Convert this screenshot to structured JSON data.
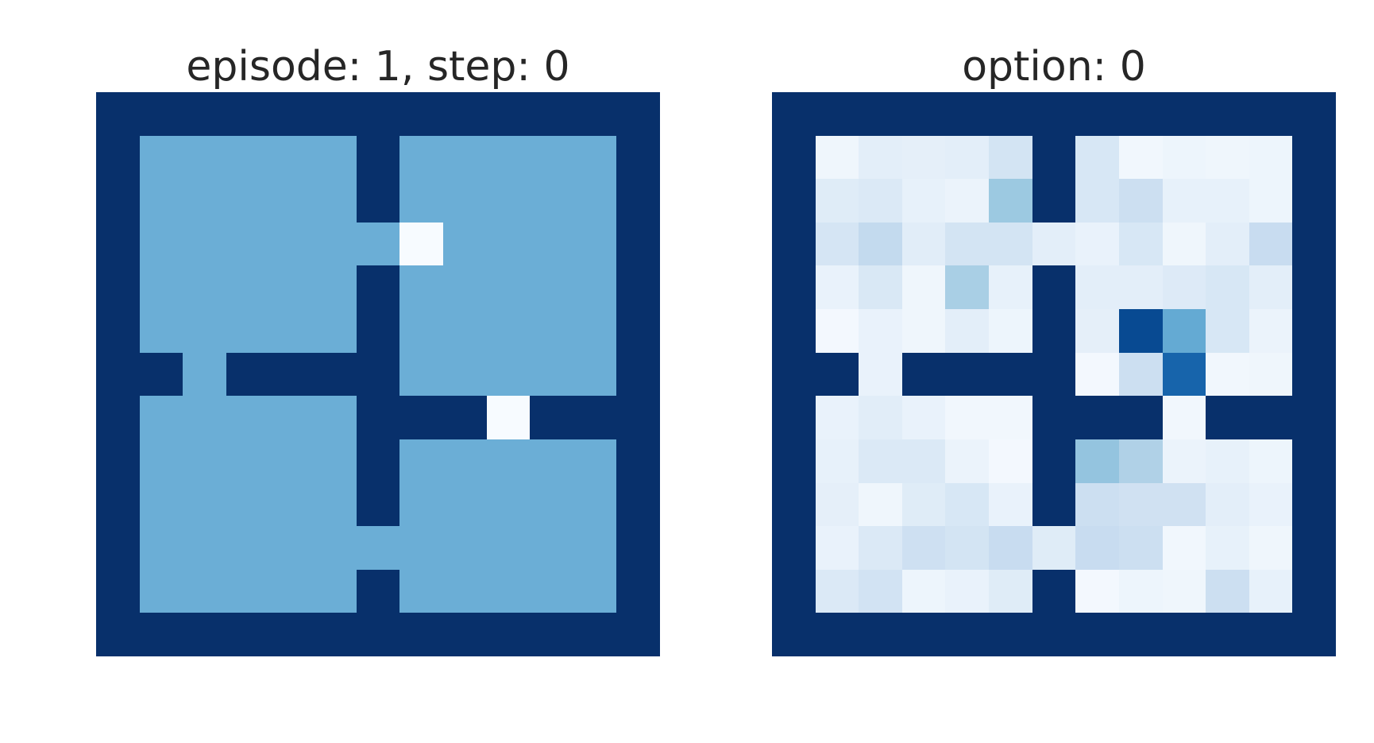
{
  "left_panel": {
    "title": "episode: 1, step: 0"
  },
  "right_panel": {
    "title": "option: 0"
  },
  "colors": {
    "wall": "#08306b",
    "floor": "#6baed6",
    "marker": "#f7fbff",
    "background": "#ffffff",
    "text": "#262626"
  },
  "layout_map": [
    "WWWWWWWWWWWWW",
    "W.....W.....W",
    "W.....W.....W",
    "W...........W",
    "W.....W.....W",
    "W.....W.....W",
    "WW.WWWW.....W",
    "W.....WWW.WWW",
    "W.....W.....W",
    "W.....W.....W",
    "W...........W",
    "W.....W.....W",
    "WWWWWWWWWWWWW"
  ],
  "left_markers": [
    {
      "row": 3,
      "col": 7
    },
    {
      "row": 7,
      "col": 9
    }
  ],
  "right_heatmap": [
    [
      null,
      null,
      null,
      null,
      null,
      null,
      null,
      null,
      null,
      null,
      null,
      null,
      null
    ],
    [
      null,
      0.04,
      0.1,
      0.09,
      0.1,
      0.18,
      null,
      0.16,
      0.03,
      0.05,
      0.04,
      0.05,
      null
    ],
    [
      null,
      0.12,
      0.14,
      0.08,
      0.06,
      0.38,
      null,
      0.16,
      0.22,
      0.08,
      0.08,
      0.05,
      null
    ],
    [
      null,
      0.17,
      0.26,
      0.11,
      0.18,
      0.18,
      0.1,
      0.07,
      0.16,
      0.04,
      0.1,
      0.24,
      null
    ],
    [
      null,
      0.07,
      0.15,
      0.04,
      0.34,
      0.08,
      null,
      0.1,
      0.1,
      0.13,
      0.16,
      0.1,
      null
    ],
    [
      null,
      0.02,
      0.07,
      0.04,
      0.1,
      0.05,
      null,
      0.09,
      0.9,
      0.52,
      0.16,
      0.06,
      null
    ],
    [
      null,
      null,
      0.07,
      null,
      null,
      null,
      null,
      0.02,
      0.22,
      0.8,
      0.03,
      0.04,
      null
    ],
    [
      null,
      0.07,
      0.11,
      0.07,
      0.03,
      0.03,
      null,
      null,
      null,
      0.03,
      null,
      null,
      null
    ],
    [
      null,
      0.08,
      0.14,
      0.14,
      0.06,
      0.02,
      null,
      0.4,
      0.32,
      0.06,
      0.08,
      0.05,
      null
    ],
    [
      null,
      0.09,
      0.04,
      0.12,
      0.16,
      0.07,
      null,
      0.22,
      0.2,
      0.2,
      0.1,
      0.07,
      null
    ],
    [
      null,
      0.07,
      0.14,
      0.21,
      0.18,
      0.24,
      0.12,
      0.24,
      0.22,
      0.03,
      0.08,
      0.04,
      null
    ],
    [
      null,
      0.14,
      0.19,
      0.05,
      0.07,
      0.12,
      null,
      0.02,
      0.05,
      0.04,
      0.22,
      0.08,
      null
    ],
    [
      null,
      null,
      null,
      null,
      null,
      null,
      null,
      null,
      null,
      null,
      null,
      null,
      null
    ]
  ]
}
